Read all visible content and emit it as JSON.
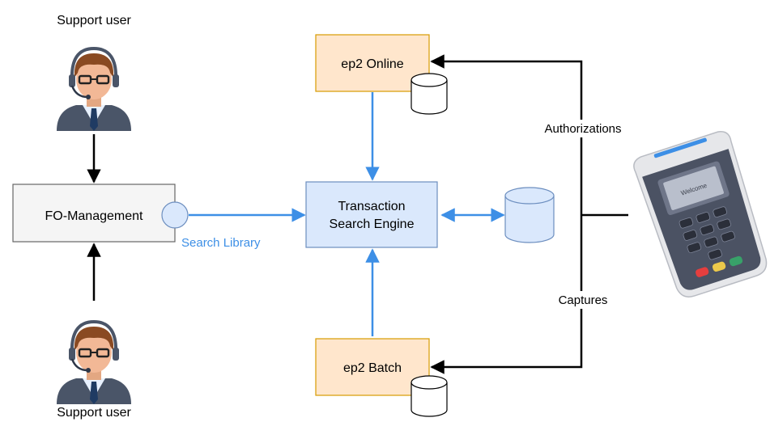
{
  "actors": {
    "top_user_label": "Support user",
    "bottom_user_label": "Support user"
  },
  "nodes": {
    "fo_management": "FO-Management",
    "search_library": "Search Library",
    "engine_line1": "Transaction",
    "engine_line2": "Search Engine",
    "ep2_online": "ep2 Online",
    "ep2_batch": "ep2 Batch"
  },
  "edges": {
    "authorizations": "Authorizations",
    "captures": "Captures"
  },
  "terminal": {
    "screen_text": "Welcome"
  },
  "colors": {
    "ep2_box_fill": "#ffe6cc",
    "ep2_box_stroke": "#d79b00",
    "engine_fill": "#dae8fc",
    "engine_stroke": "#6c8ebf",
    "fo_fill": "#f5f5f5",
    "fo_stroke": "#666666",
    "blue_arrow": "#3d8fe6",
    "black_arrow": "#000000"
  },
  "icons": {
    "user": "support-agent-icon",
    "database": "database-icon",
    "terminal": "payment-terminal-icon"
  }
}
